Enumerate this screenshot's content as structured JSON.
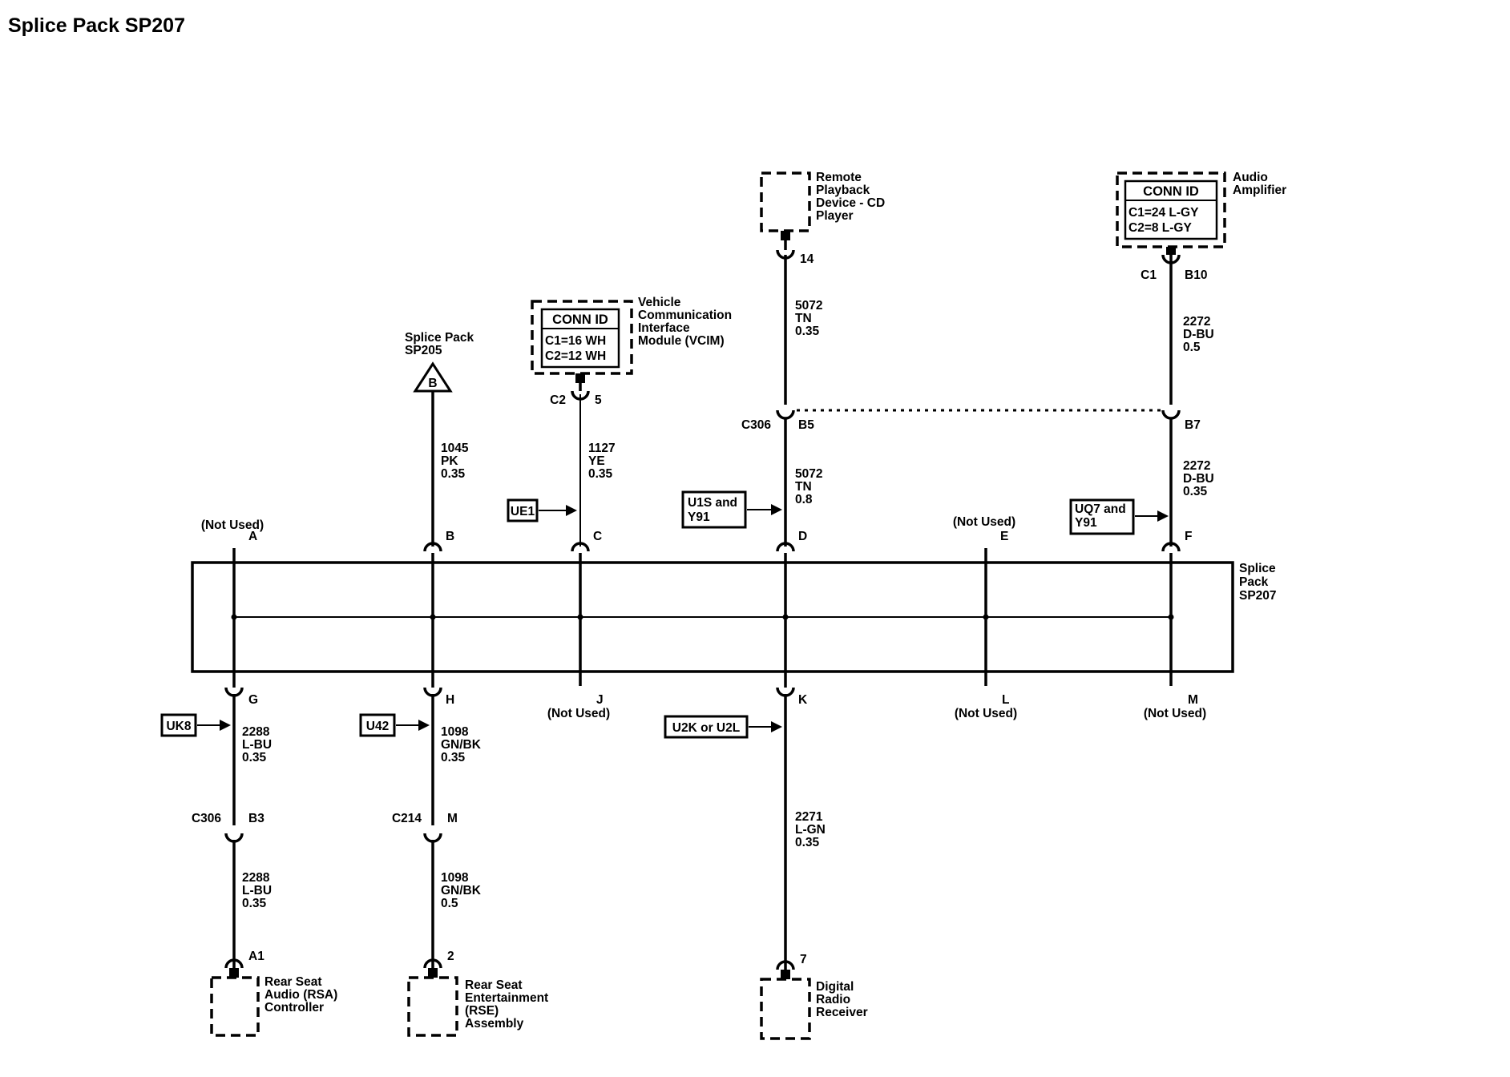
{
  "title": "Splice Pack SP207",
  "splice_pack": {
    "label": [
      "Splice",
      "Pack",
      "SP207"
    ]
  },
  "ref_splice_pack": {
    "label": [
      "Splice Pack",
      "SP205"
    ],
    "symbol": "B"
  },
  "top_devices": {
    "vcim": {
      "label": [
        "Vehicle",
        "Communication",
        "Interface",
        "Module (VCIM)"
      ],
      "conn_id_title": "CONN ID",
      "conn_ids": [
        "C1=16 WH",
        "C2=12 WH"
      ],
      "connector": "C2",
      "pin": "5"
    },
    "cd_player": {
      "label": [
        "Remote",
        "Playback",
        "Device - CD",
        "Player"
      ],
      "pin": "14"
    },
    "amplifier": {
      "label": [
        "Audio",
        "Amplifier"
      ],
      "conn_id_title": "CONN ID",
      "conn_ids": [
        "C1=24 L-GY",
        "C2=8 L-GY"
      ],
      "connector": "C1",
      "pin": "B10"
    }
  },
  "bottom_devices": {
    "rsa": {
      "label": [
        "Rear Seat",
        "Audio (RSA)",
        "Controller"
      ],
      "pin": "A1"
    },
    "rse": {
      "label": [
        "Rear Seat",
        "Entertainment",
        "(RSE)",
        "Assembly"
      ],
      "pin": "2"
    },
    "radio": {
      "label": [
        "Digital",
        "Radio",
        "Receiver"
      ],
      "pin": "7"
    }
  },
  "top_pins": [
    {
      "id": "A",
      "note": "(Not Used)"
    },
    {
      "id": "B"
    },
    {
      "id": "C"
    },
    {
      "id": "D"
    },
    {
      "id": "E",
      "note": "(Not Used)"
    },
    {
      "id": "F"
    }
  ],
  "bottom_pins": [
    {
      "id": "G"
    },
    {
      "id": "H"
    },
    {
      "id": "J",
      "note": "(Not Used)"
    },
    {
      "id": "K"
    },
    {
      "id": "L",
      "note": "(Not Used)"
    },
    {
      "id": "M",
      "note": "(Not Used)"
    }
  ],
  "inline_connectors": {
    "top_cd": {
      "connector": "C306",
      "pin": "B5"
    },
    "top_amp": {
      "pin": "B7"
    },
    "bottom_rsa": {
      "connector": "C306",
      "pin": "B3"
    },
    "bottom_rse": {
      "connector": "C214",
      "pin": "M"
    }
  },
  "wires": {
    "w1045": [
      "1045",
      "PK",
      "0.35"
    ],
    "w1127": [
      "1127",
      "YE",
      "0.35"
    ],
    "w5072_upper": [
      "5072",
      "TN",
      "0.35"
    ],
    "w5072_lower": [
      "5072",
      "TN",
      "0.8"
    ],
    "w2272_upper": [
      "2272",
      "D-BU",
      "0.5"
    ],
    "w2272_lower": [
      "2272",
      "D-BU",
      "0.35"
    ],
    "w2288_upper": [
      "2288",
      "L-BU",
      "0.35"
    ],
    "w2288_lower": [
      "2288",
      "L-BU",
      "0.35"
    ],
    "w1098_upper": [
      "1098",
      "GN/BK",
      "0.35"
    ],
    "w1098_lower": [
      "1098",
      "GN/BK",
      "0.5"
    ],
    "w2271": [
      "2271",
      "L-GN",
      "0.35"
    ]
  },
  "options": {
    "ue1": "UE1",
    "u1s": [
      "U1S and",
      "Y91"
    ],
    "uq7": [
      "UQ7 and",
      "Y91"
    ],
    "uk8": "UK8",
    "u42": "U42",
    "u2k": "U2K or U2L"
  }
}
